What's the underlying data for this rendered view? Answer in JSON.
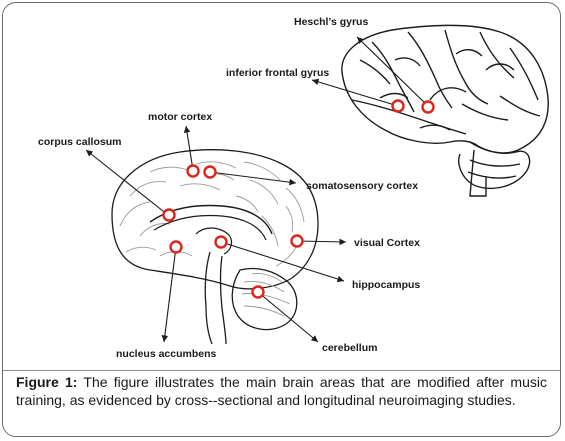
{
  "colors": {
    "marker": "#e0241b",
    "outline": "#1c1c1c",
    "faint_outline": "#9a9a9a",
    "frame": "#6b6b6b"
  },
  "labels": {
    "heschl": "Heschl’s gyrus",
    "ifg": "inferior frontal gyrus",
    "motor": "motor cortex",
    "corpus": "corpus callosum",
    "somato": "somatosensory cortex",
    "visual": "visual Cortex",
    "hippo": "hippocampus",
    "nucleus": "nucleus accumbens",
    "cerebellum": "cerebellum"
  },
  "caption": {
    "figure_label": "Figure 1:",
    "text": " The figure illustrates the main brain areas that are modified after music training, as evidenced by cross--sectional and longitudinal neuroimaging studies."
  }
}
